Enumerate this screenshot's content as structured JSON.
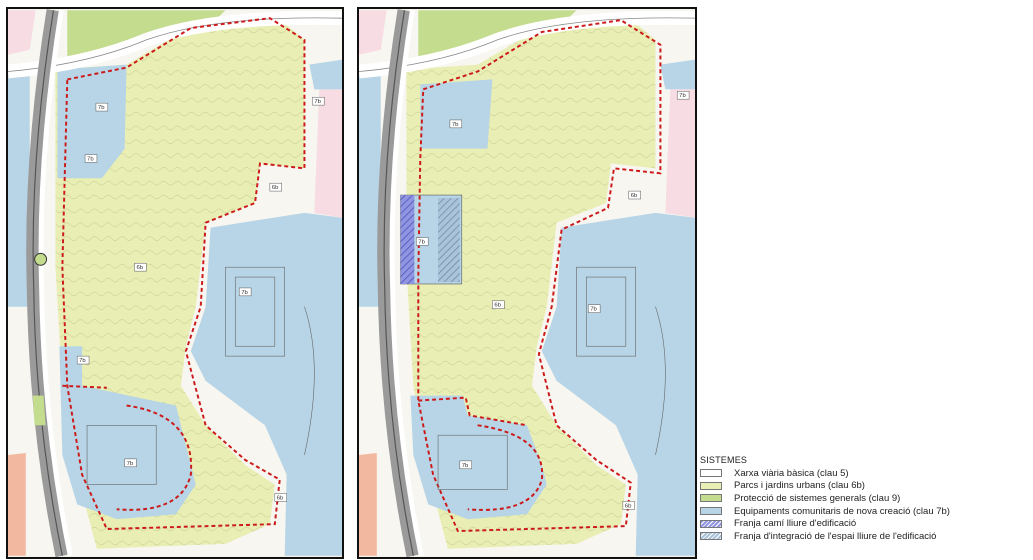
{
  "legend": {
    "title": "SISTEMES",
    "items": [
      {
        "label": "Xarxa viària bàsica (clau 5)",
        "color": "#ffffff",
        "pattern": "none"
      },
      {
        "label": "Parcs i jardins urbans (clau 6b)",
        "color": "#e9efb4",
        "pattern": "none"
      },
      {
        "label": "Protecció de sistemes generals (clau 9)",
        "color": "#c4dc8e",
        "pattern": "none"
      },
      {
        "label": "Equipaments comunitaris de nova creació (clau 7b)",
        "color": "#b7d5e6",
        "pattern": "none"
      },
      {
        "label": "Franja camí lliure d'edificació",
        "color": "#8f95e0",
        "pattern": "hatch"
      },
      {
        "label": "Franja d'integració de l'espai lliure de l'edificació",
        "color": "#a9c3d9",
        "pattern": "hatch"
      }
    ]
  },
  "maps": {
    "left": {
      "labels": [
        "7b",
        "7b",
        "6b",
        "7b",
        "7b",
        "7b",
        "7b",
        "6b",
        "6b"
      ]
    },
    "right": {
      "labels": [
        "7b",
        "6b",
        "7b",
        "6b",
        "7b",
        "7b",
        "6b",
        "7b"
      ]
    }
  },
  "colors": {
    "park": "#e9efb4",
    "protection": "#c4dc8e",
    "equipment": "#b7d5e6",
    "road": "#ffffff",
    "residential_pink": "#f7dce3",
    "salmon": "#f2b8a0",
    "boundary": "#cc1a1a",
    "highway": "#9a9a9a"
  }
}
